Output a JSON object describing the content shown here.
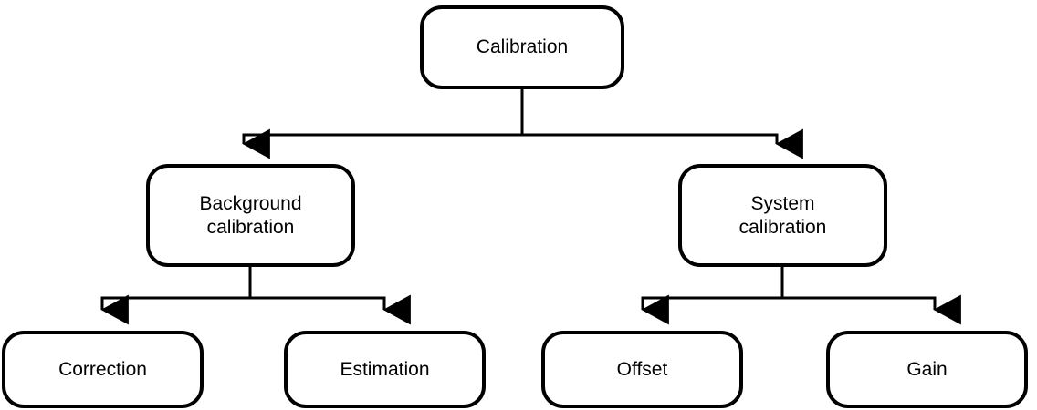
{
  "diagram": {
    "type": "tree",
    "orientation": "top-down",
    "background_color": "#ffffff",
    "node_style": {
      "fill": "#ffffff",
      "stroke": "#000000",
      "stroke_width": 4,
      "corner_radius": 22,
      "text_color": "#000000"
    },
    "edge_style": {
      "stroke": "#000000",
      "stroke_width": 3,
      "arrowheads": true
    },
    "nodes": [
      {
        "id": "calibration",
        "label": "Calibration",
        "level": 0
      },
      {
        "id": "background_calibration",
        "label": "Background\ncalibration",
        "level": 1
      },
      {
        "id": "system_calibration",
        "label": "System\ncalibration",
        "level": 1
      },
      {
        "id": "correction",
        "label": "Correction",
        "level": 2
      },
      {
        "id": "estimation",
        "label": "Estimation",
        "level": 2
      },
      {
        "id": "offset",
        "label": "Offset",
        "level": 2
      },
      {
        "id": "gain",
        "label": "Gain",
        "level": 2
      }
    ],
    "edges": [
      {
        "from": "calibration",
        "to": "background_calibration"
      },
      {
        "from": "calibration",
        "to": "system_calibration"
      },
      {
        "from": "background_calibration",
        "to": "correction"
      },
      {
        "from": "background_calibration",
        "to": "estimation"
      },
      {
        "from": "system_calibration",
        "to": "offset"
      },
      {
        "from": "system_calibration",
        "to": "gain"
      }
    ]
  }
}
